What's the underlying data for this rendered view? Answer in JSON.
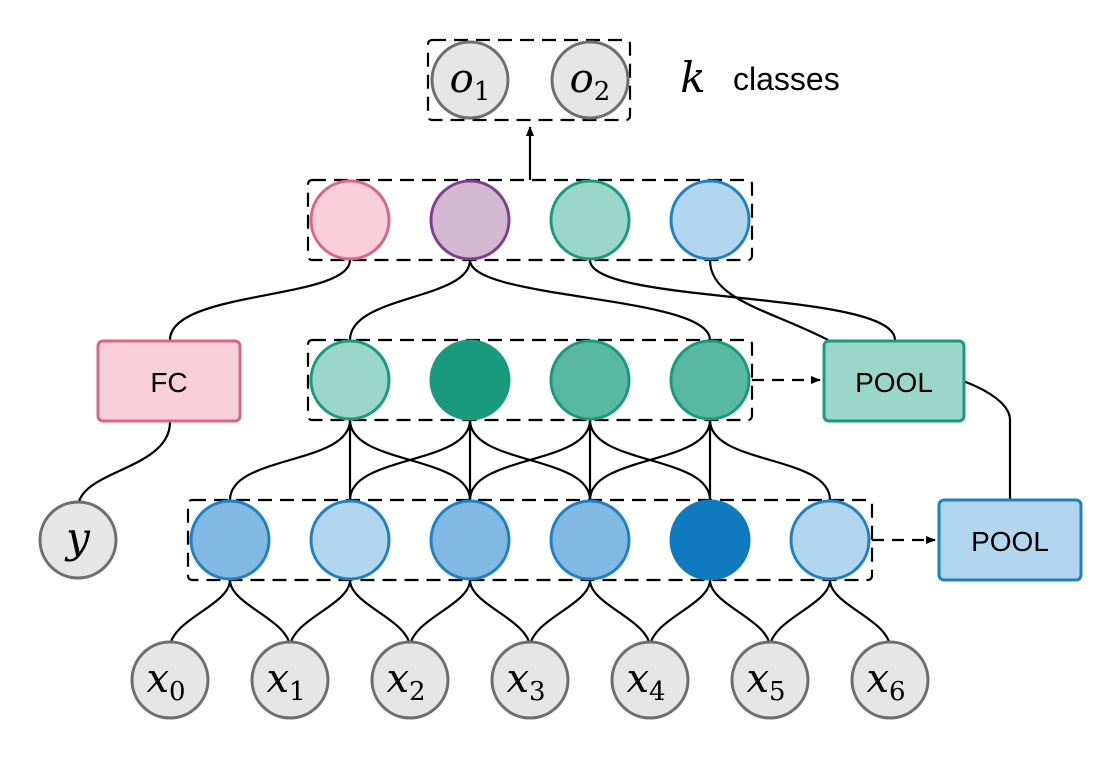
{
  "output": {
    "nodes": [
      {
        "base": "o",
        "sub": "1"
      },
      {
        "base": "o",
        "sub": "2"
      }
    ],
    "k_symbol": "k",
    "classes_label": "classes"
  },
  "labels": {
    "fc": "FC",
    "pool_top": "POOL",
    "pool_bottom": "POOL",
    "y": "y"
  },
  "inputs": [
    {
      "base": "x",
      "sub": "0"
    },
    {
      "base": "x",
      "sub": "1"
    },
    {
      "base": "x",
      "sub": "2"
    },
    {
      "base": "x",
      "sub": "3"
    },
    {
      "base": "x",
      "sub": "4"
    },
    {
      "base": "x",
      "sub": "5"
    },
    {
      "base": "x",
      "sub": "6"
    }
  ],
  "colors": {
    "node_gray_fill": "#e6e6e6",
    "node_gray_stroke": "#6e6e6e",
    "pink_fill": "#f8cfdb",
    "pink_stroke": "#d9668a",
    "purple_fill": "#d3b8d0",
    "purple_stroke": "#7e3f8f",
    "teal_light_fill": "#9ad7c8",
    "teal_mid_fill": "#58b8a3",
    "teal_dark_fill": "#1a9a7d",
    "teal_stroke": "#1a9a7d",
    "blue_lightest_fill": "#b3d6ef",
    "blue_light_fill": "#82b9e2",
    "blue_dark_fill": "#0f7abd",
    "blue_stroke": "#1f80c2"
  }
}
